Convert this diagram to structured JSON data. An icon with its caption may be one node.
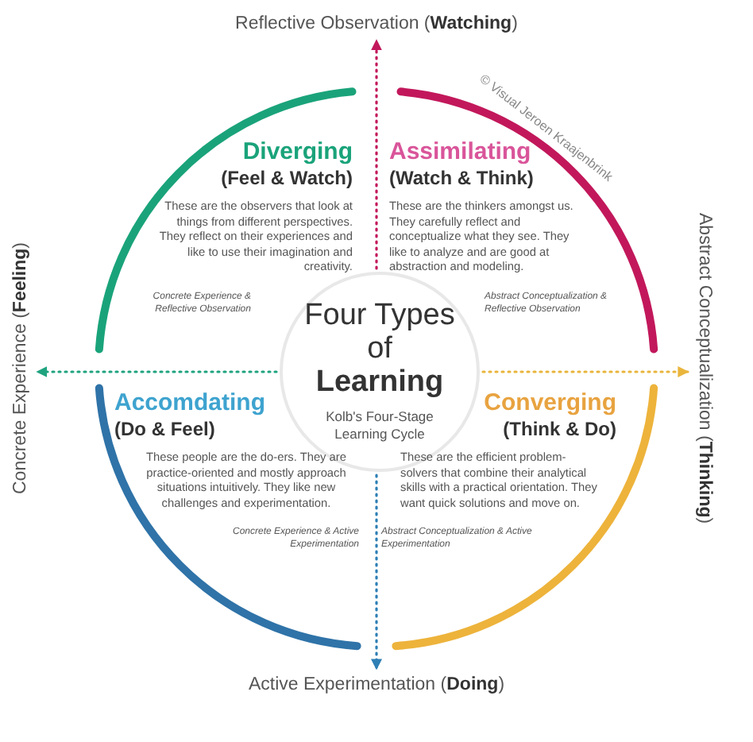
{
  "diagram": {
    "nodes": [
      {
        "text": [
          "Reflective Observation (**Watching**)"
        ]
      },
      {
        "text": [
          "Diverging",
          "(Feel & Watch)",
          "These are the observers that look at things from different perspectives. They reflect on their experiences and like to use their imagination and creativity.",
          "Concrete Experience & Reflective Observation"
        ]
      },
      {
        "text": [
          "Assimilating",
          "(Watch & Think)",
          "These are the thinkers amongst us. They carefully reflect and conceptualize what they see. They like to analyze and are good at abstraction and modeling.",
          "Abstract Conceptualization & Reflective Observation"
        ]
      },
      {
        "text": [
          "Concrete Experience (**Feeling**)"
        ]
      },
      {
        "text": [
          "Four Types of **Learning**",
          "Kolb's Four-Stage Learning Cycle"
        ]
      },
      {
        "text": [
          "Abstract Conceptualization (**Thinking**)"
        ]
      },
      {
        "text": [
          "Accomdating",
          "(Do & Feel)",
          "These people are the do-ers. They are practice-oriented and mostly approach situations intuitively. They like new challenges and experimentation.",
          "Concrete Experience & Active Experimentation"
        ]
      },
      {
        "text": [
          "Converging",
          "(Think & Do)",
          "These are the efficient problem-solvers that combine their analytical skills with a practical orientation. They want quick solutions and move on.",
          "Abstract Conceptualization & Active Experimentation"
        ]
      },
      {
        "text": [
          "Active Experimentation (**Doing**)"
        ]
      }
    ],
    "edges": [
      {
        "from": 4,
        "to": 0,
        "arrow": "to",
        "style": "dashed",
        "color": "#c2185b"
      },
      {
        "from": 4,
        "to": 3,
        "arrow": "to",
        "style": "dashed",
        "color": "#1fa37f"
      },
      {
        "from": 4,
        "to": 5,
        "arrow": "to",
        "style": "dashed",
        "color": "#e9b53c"
      },
      {
        "from": 4,
        "to": 8,
        "arrow": "to",
        "style": "dashed",
        "color": "#2d7fb5"
      }
    ],
    "labels": [
      "© Visual Jeroen Kraajenbrink"
    ]
  }
}
